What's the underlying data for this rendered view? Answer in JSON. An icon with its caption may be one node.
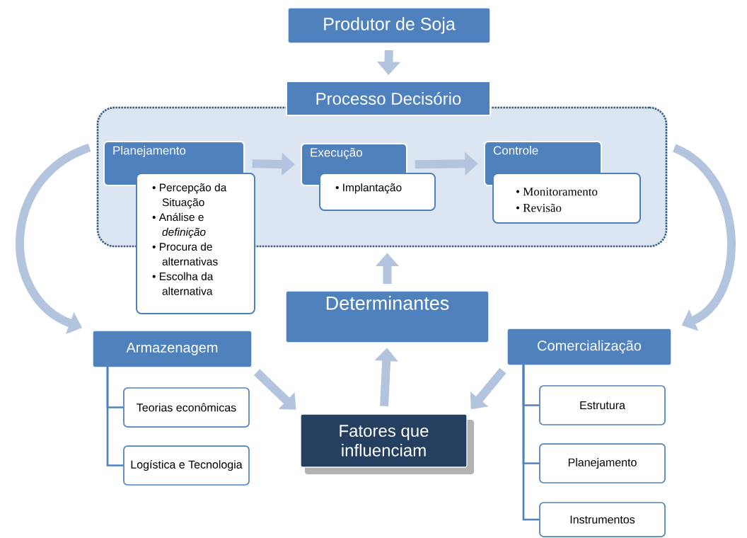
{
  "diagram": {
    "nodes": [
      {
        "text": [
          "Produtor de Soja"
        ]
      },
      {
        "text": [
          "Processo Decisório"
        ]
      },
      {
        "text": [
          "Planejamento"
        ],
        "in": 1
      },
      {
        "text": [
          "• Percepção da Situação",
          "• Análise e *definição*",
          "• Procura de alternativas",
          "• Escolha da alternativa"
        ]
      },
      {
        "text": [
          "Execução"
        ],
        "in": 1
      },
      {
        "text": [
          "• Implantação"
        ],
        "in": 1
      },
      {
        "text": [
          "Controle"
        ],
        "in": 1
      },
      {
        "text": [
          "• Monitoramento",
          "• Revisão"
        ],
        "in": 1
      },
      {
        "text": [
          "Determinantes"
        ]
      },
      {
        "text": [
          "Armazenagem"
        ]
      },
      {
        "text": [
          "Teorias econômicas"
        ]
      },
      {
        "text": [
          "Logística e Tecnologia"
        ]
      },
      {
        "text": [
          "Fatores que influenciam"
        ]
      },
      {
        "text": [
          "Comercialização"
        ]
      },
      {
        "text": [
          "Estrutura"
        ]
      },
      {
        "text": [
          "Planejamento"
        ]
      },
      {
        "text": [
          "Instrumentos"
        ]
      }
    ],
    "edges": [
      {
        "from": 0,
        "to": 1,
        "arrow": "to"
      },
      {
        "from": 2,
        "to": 4,
        "arrow": "to"
      },
      {
        "from": 4,
        "to": 6,
        "arrow": "to"
      },
      {
        "from": 1,
        "to": 9,
        "arrow": "to"
      },
      {
        "from": 1,
        "to": 13,
        "arrow": "to"
      },
      {
        "from": 8,
        "to": 1,
        "arrow": "to"
      },
      {
        "from": 12,
        "to": 8,
        "arrow": "to"
      },
      {
        "from": 9,
        "to": 12,
        "arrow": "to"
      },
      {
        "from": 13,
        "to": 12,
        "arrow": "to"
      },
      {
        "from": 9,
        "to": 10,
        "arrow": "none",
        "color": "#4f81bd"
      },
      {
        "from": 9,
        "to": 11,
        "arrow": "none",
        "color": "#4f81bd"
      },
      {
        "from": 13,
        "to": 14,
        "arrow": "none",
        "color": "#4f81bd"
      },
      {
        "from": 13,
        "to": 15,
        "arrow": "none",
        "color": "#4f81bd"
      },
      {
        "from": 13,
        "to": 16,
        "arrow": "none",
        "color": "#4f81bd"
      }
    ]
  }
}
